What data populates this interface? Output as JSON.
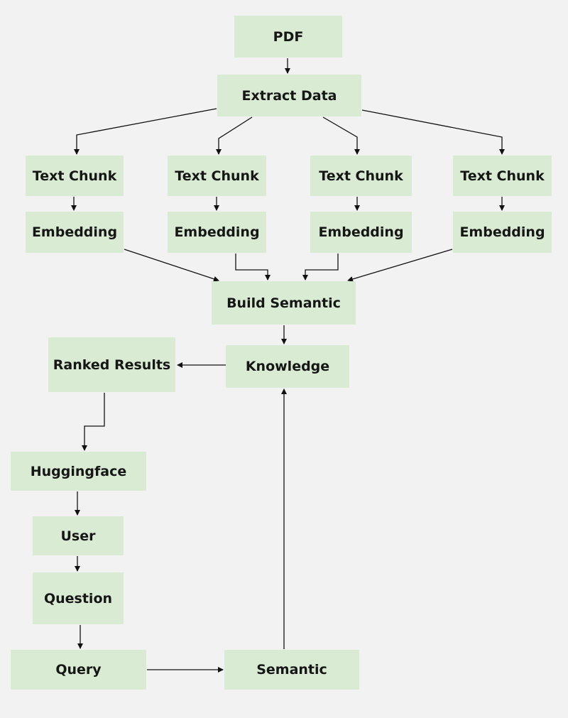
{
  "colors": {
    "background": "#f2f2f2",
    "node_fill": "#d9ecd3",
    "node_text": "#161616",
    "edge": "#111111"
  },
  "nodes": {
    "pdf": "PDF",
    "extract": "Extract Data",
    "chunk1": "Text Chunk",
    "chunk2": "Text Chunk",
    "chunk3": "Text Chunk",
    "chunk4": "Text Chunk",
    "emb1": "Embedding",
    "emb2": "Embedding",
    "emb3": "Embedding",
    "emb4": "Embedding",
    "build": "Build Semantic",
    "knowledge": "Knowledge",
    "ranked": "Ranked Results",
    "hf": "Huggingface",
    "user": "User",
    "question": "Question",
    "query": "Query",
    "semantic": "Semantic"
  },
  "edges": [
    {
      "from": "pdf",
      "to": "extract"
    },
    {
      "from": "extract",
      "to": "chunk1"
    },
    {
      "from": "extract",
      "to": "chunk2"
    },
    {
      "from": "extract",
      "to": "chunk3"
    },
    {
      "from": "extract",
      "to": "chunk4"
    },
    {
      "from": "chunk1",
      "to": "emb1"
    },
    {
      "from": "chunk2",
      "to": "emb2"
    },
    {
      "from": "chunk3",
      "to": "emb3"
    },
    {
      "from": "chunk4",
      "to": "emb4"
    },
    {
      "from": "emb1",
      "to": "build"
    },
    {
      "from": "emb2",
      "to": "build"
    },
    {
      "from": "emb3",
      "to": "build"
    },
    {
      "from": "emb4",
      "to": "build"
    },
    {
      "from": "build",
      "to": "knowledge"
    },
    {
      "from": "knowledge",
      "to": "ranked"
    },
    {
      "from": "ranked",
      "to": "hf"
    },
    {
      "from": "hf",
      "to": "user"
    },
    {
      "from": "user",
      "to": "question"
    },
    {
      "from": "question",
      "to": "query"
    },
    {
      "from": "query",
      "to": "semantic"
    },
    {
      "from": "semantic",
      "to": "knowledge"
    }
  ]
}
